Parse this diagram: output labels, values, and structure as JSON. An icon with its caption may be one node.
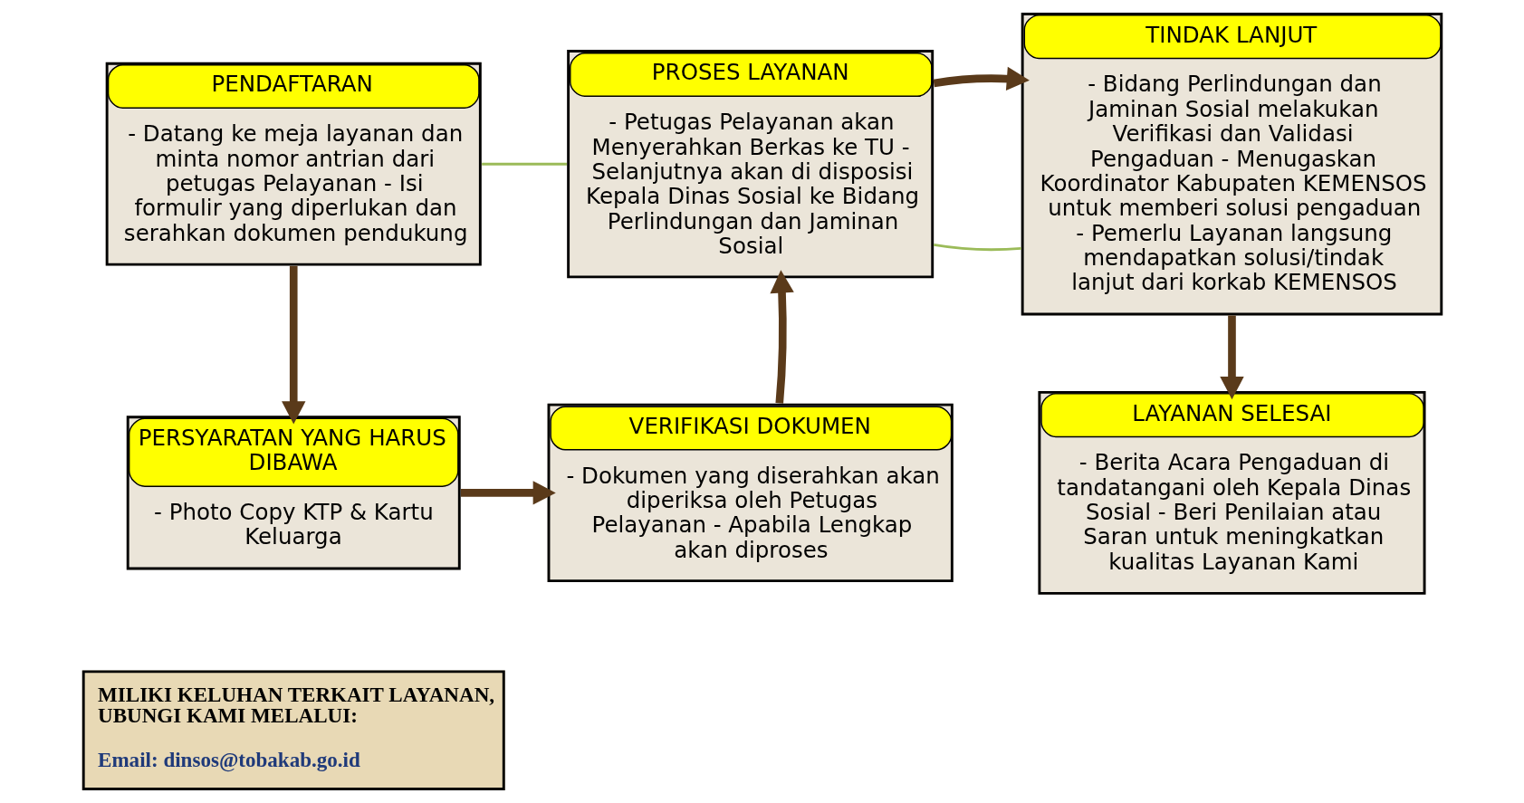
{
  "diagram": {
    "nodes": [
      {
        "text": [
          "PENDAFTARAN",
          "- Datang ke meja layanan dan minta nomor antrian dari petugas Pelayanan - Isi formulir yang diperlukan dan serahkan dokumen pendukung"
        ]
      },
      {
        "text": [
          "PROSES LAYANAN",
          "- Petugas Pelayanan akan Menyerahkan Berkas ke TU - Selanjutnya akan di disposisi Kepala Dinas Sosial ke Bidang Perlindungan dan Jaminan Sosial"
        ]
      },
      {
        "text": [
          "TINDAK LANJUT",
          "- Bidang Perlindungan dan Jaminan Sosial melakukan Verifikasi dan Validasi Pengaduan - Menugaskan Koordinator Kabupaten KEMENSOS untuk memberi solusi pengaduan - Pemerlu Layanan langsung mendapatkan solusi/tindak lanjut dari korkab KEMENSOS"
        ]
      },
      {
        "text": [
          "PERSYARATAN YANG HARUS DIBAWA",
          "- Photo Copy KTP & Kartu Keluarga"
        ]
      },
      {
        "text": [
          "VERIFIKASI DOKUMEN",
          "- Dokumen yang diserahkan akan diperiksa oleh Petugas Pelayanan - Apabila Lengkap akan diproses"
        ]
      },
      {
        "text": [
          "LAYANAN SELESAI",
          "- Berita Acara Pengaduan di tandatangani oleh Kepala Dinas Sosial - Beri Penilaian atau Saran untuk meningkatkan kualitas Layanan Kami"
        ]
      },
      {
        "text": [
          "MILIKI KELUHAN TERKAIT LAYANAN, UBUNGI KAMI MELALUI:",
          "Email: dinsos@tobakab.go.id"
        ]
      }
    ],
    "edges": [
      {
        "from": 0,
        "to": 1,
        "arrow": "none",
        "color": "#9bbb59"
      },
      {
        "from": 1,
        "to": 2,
        "arrow": "none",
        "color": "#9bbb59"
      },
      {
        "from": 0,
        "to": 3,
        "arrow": "to"
      },
      {
        "from": 3,
        "to": 4,
        "arrow": "to"
      },
      {
        "from": 4,
        "to": 1,
        "arrow": "to"
      },
      {
        "from": 1,
        "to": 2,
        "arrow": "to"
      },
      {
        "from": 2,
        "to": 5,
        "arrow": "to"
      }
    ]
  }
}
